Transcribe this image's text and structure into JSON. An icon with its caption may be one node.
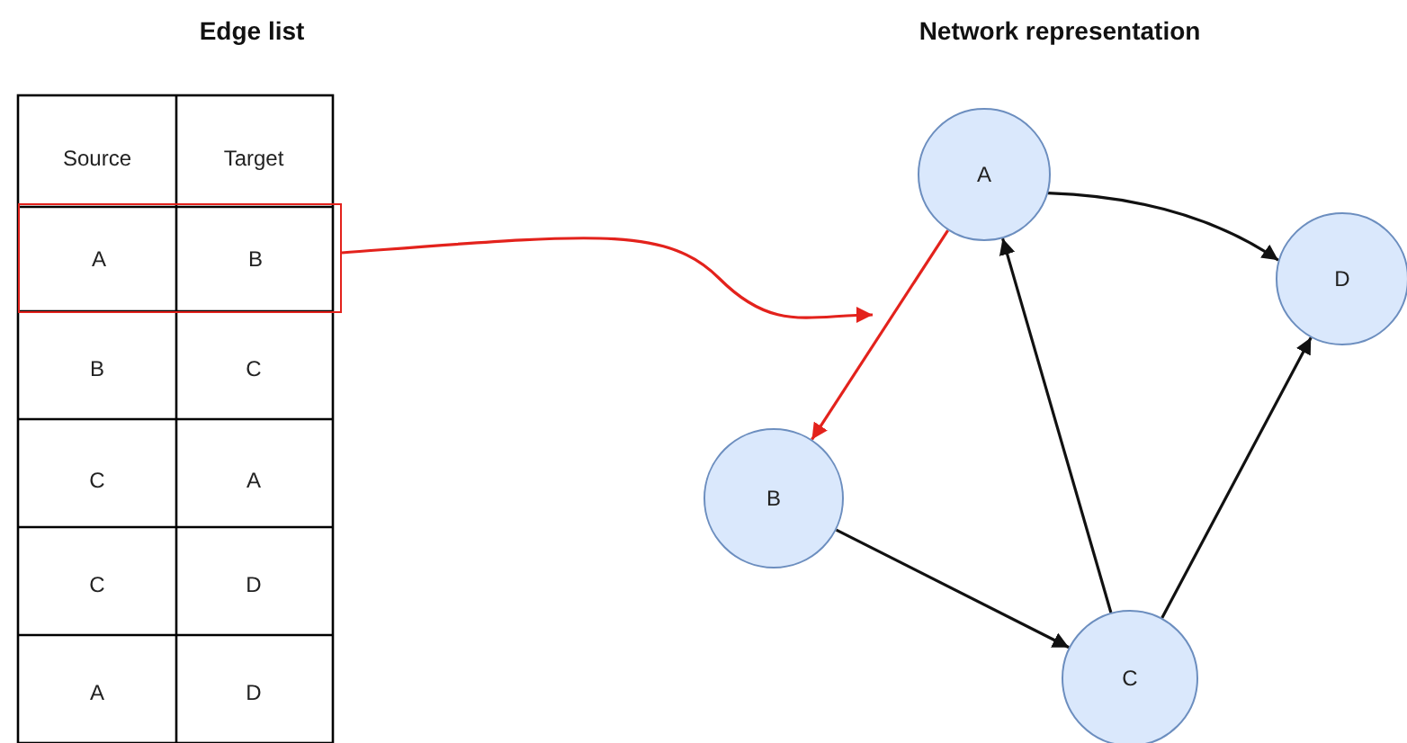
{
  "diagram": {
    "nodes": [
      {
        "text": [
          "A",
          "B"
        ]
      },
      {
        "text": [
          "A"
        ]
      },
      {
        "text": [
          "B"
        ]
      },
      {
        "text": [
          "C"
        ]
      },
      {
        "text": [
          "D"
        ]
      }
    ],
    "edges": [
      {
        "from": 0,
        "to": null,
        "arrow": "to",
        "color": "#e3221c"
      },
      {
        "from": 1,
        "to": 2,
        "arrow": "to",
        "color": "#e3221c"
      },
      {
        "from": 2,
        "to": 3,
        "arrow": "to"
      },
      {
        "from": 3,
        "to": 1,
        "arrow": "to"
      },
      {
        "from": 1,
        "to": 4,
        "arrow": "to"
      },
      {
        "from": 3,
        "to": 4,
        "arrow": "to"
      }
    ],
    "labels": [
      "Edge list",
      "Network representation",
      "Source",
      "Target",
      "B",
      "C",
      "C",
      "A",
      "C",
      "D",
      "A",
      "D"
    ]
  }
}
